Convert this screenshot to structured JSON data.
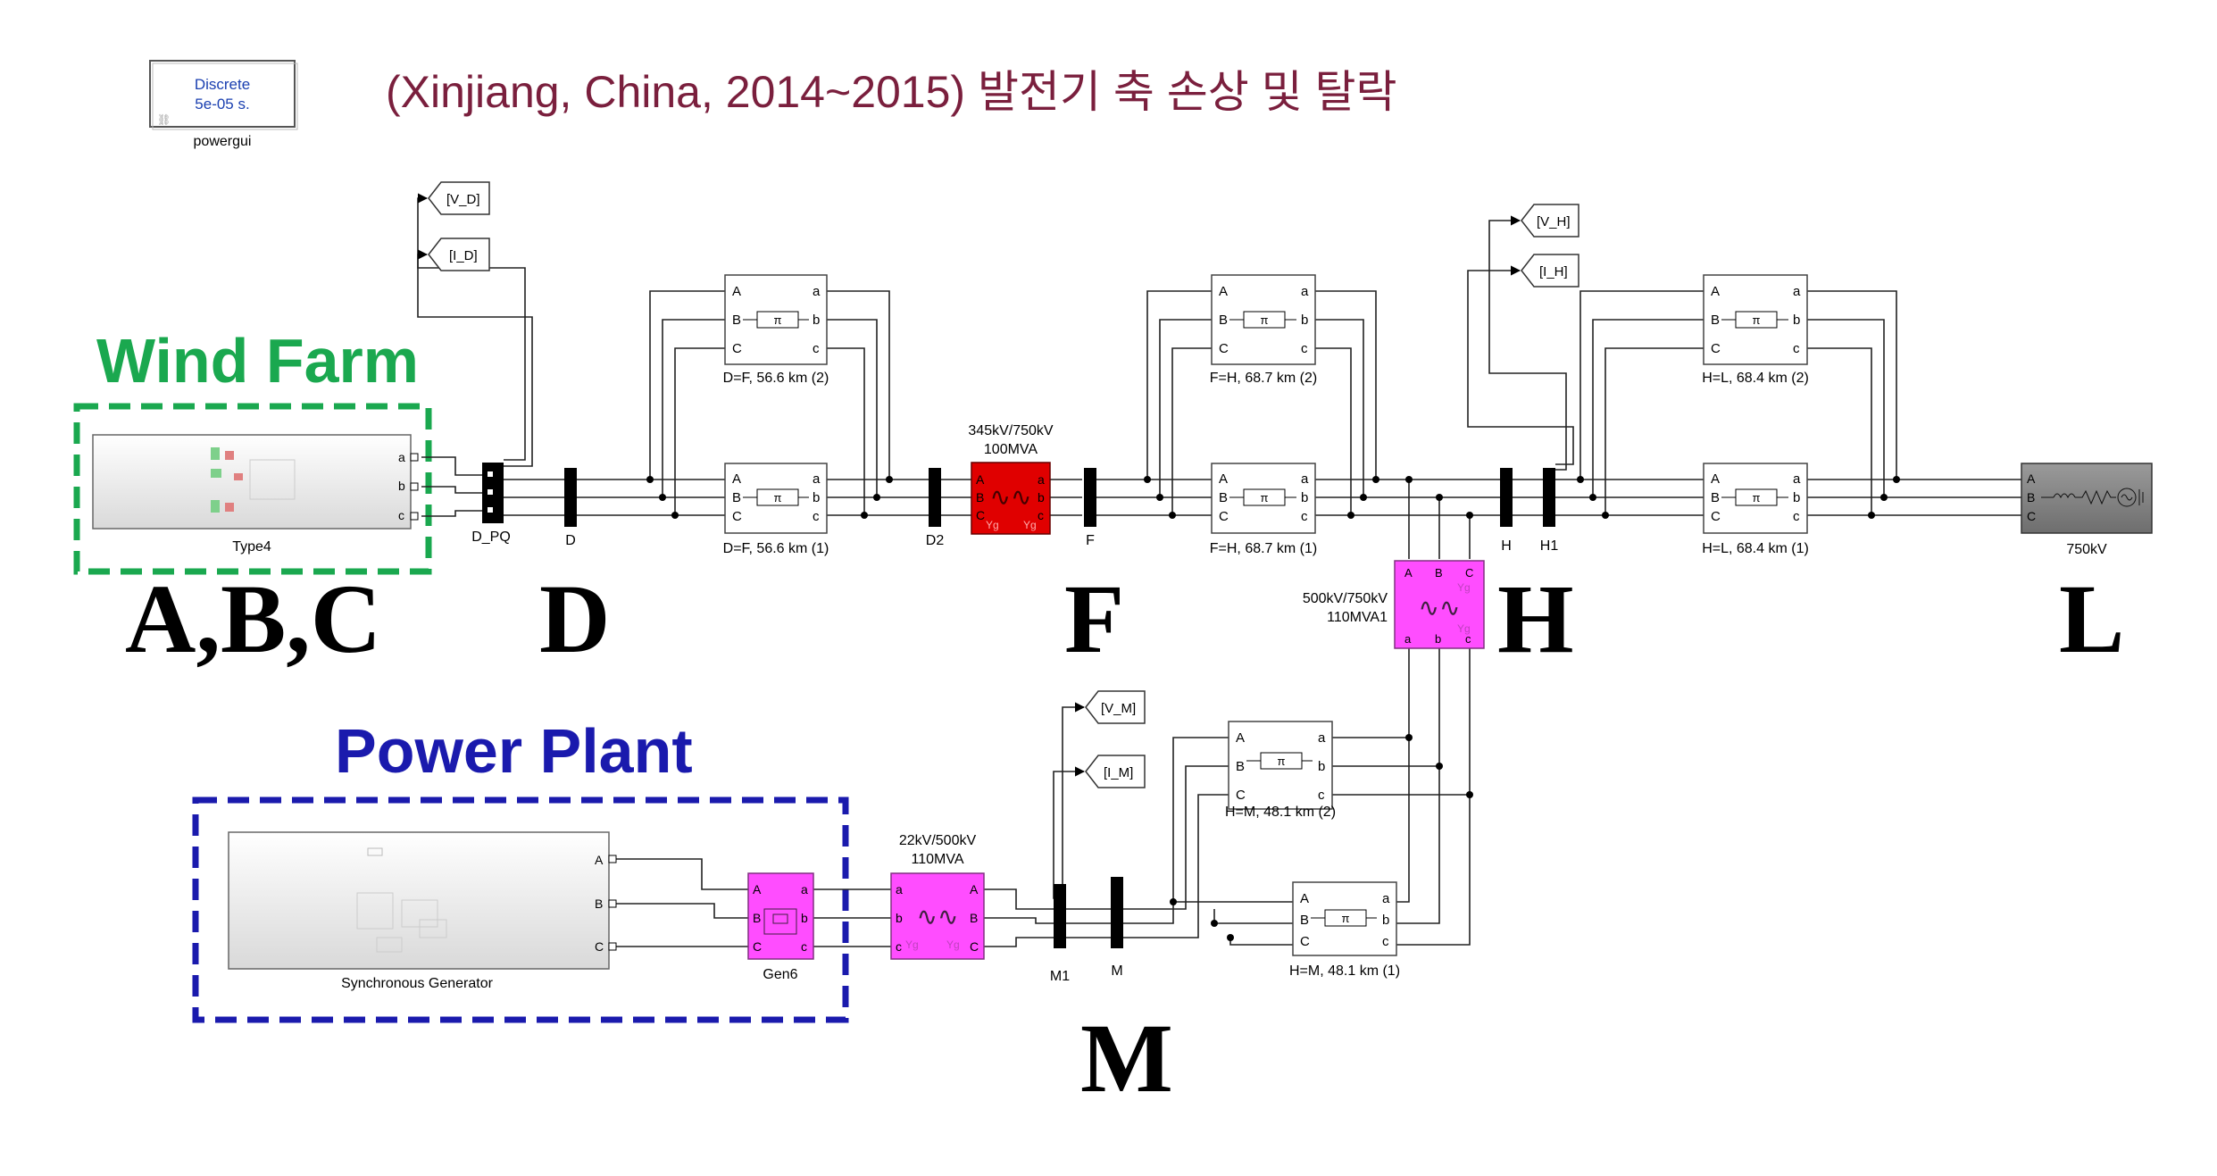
{
  "title": "(Xinjiang, China, 2014~2015) 발전기 축 손상 및 탈락",
  "powergui": {
    "line1": "Discrete",
    "line2": "5e-05 s.",
    "caption": "powergui"
  },
  "groups": {
    "wind_farm": "Wind Farm",
    "power_plant": "Power Plant"
  },
  "bus_letters": {
    "abc": "A,B,C",
    "d": "D",
    "f": "F",
    "h": "H",
    "l": "L",
    "m": "M"
  },
  "ports": {
    "A": "A",
    "B": "B",
    "C": "C",
    "a": "a",
    "b": "b",
    "c": "c"
  },
  "blocks": {
    "type4": "Type4",
    "d_pq": "D_PQ",
    "bus_d": "D",
    "bus_d2": "D2",
    "bus_f": "F",
    "bus_h": "H",
    "bus_h1": "H1",
    "bus_m": "M",
    "bus_m1": "M1",
    "source_750": "750kV",
    "gen_block": "Synchronous Generator",
    "gen6": "Gen6"
  },
  "goto_tags": {
    "v_d": "[V_D]",
    "i_d": "[I_D]",
    "v_h": "[V_H]",
    "i_h": "[I_H]",
    "v_m": "[V_M]",
    "i_m": "[I_M]"
  },
  "lines": {
    "df2": "D=F, 56.6 km (2)",
    "df1": "D=F, 56.6 km (1)",
    "fh2": "F=H, 68.7 km (2)",
    "fh1": "F=H, 68.7 km (1)",
    "hl2": "H=L, 68.4 km (2)",
    "hl1": "H=L, 68.4 km (1)",
    "hm2": "H=M, 48.1 km (2)",
    "hm1": "H=M, 48.1 km (1)"
  },
  "transformers": {
    "t1_line1": "345kV/750kV",
    "t1_line2": "100MVA",
    "t2_line1": "500kV/750kV",
    "t2_line2": "110MVA1",
    "t3_line1": "22kV/500kV",
    "t3_line2": "110MVA"
  },
  "winding_labels": {
    "yg": "Yg"
  },
  "line_symbol": "π",
  "colors": {
    "title": "#7a1f3d",
    "wind_farm": "#1aa84f",
    "power_plant": "#1a1aad",
    "transformer_red": "#e00000",
    "transformer_magenta": "#ff4dff",
    "source_gray": "#808080"
  }
}
